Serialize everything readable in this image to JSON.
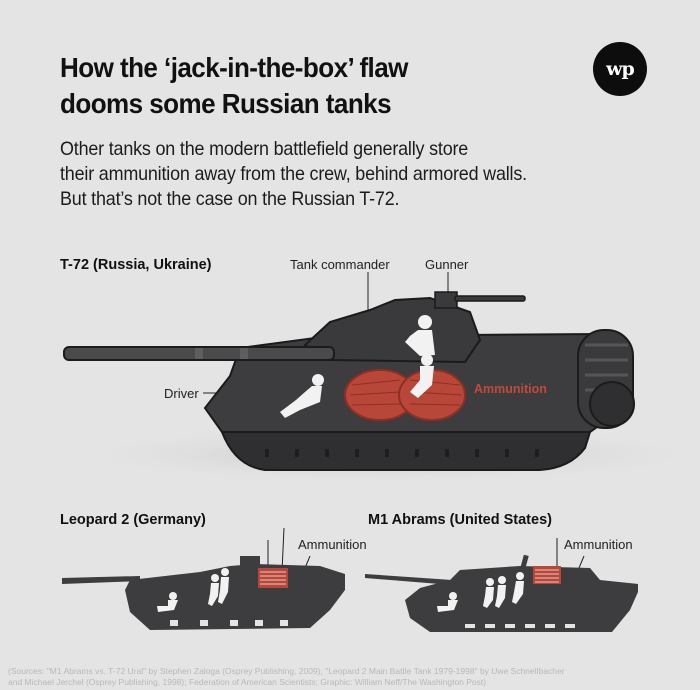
{
  "header": {
    "title_line1": "How the ‘jack-in-the-box’ flaw",
    "title_line2": "dooms some Russian tanks",
    "logo_text": "wp",
    "logo_icon": "washington-post-logo",
    "subtitle_lines": [
      "Other tanks on the modern battlefield generally store",
      "their ammunition away from the crew, behind armored walls.",
      "But that’s not the case on the Russian T-72."
    ]
  },
  "t72": {
    "label": "T-72 (Russia, Ukraine)",
    "callouts": {
      "tank_commander": "Tank commander",
      "gunner": "Gunner",
      "driver": "Driver",
      "ammunition": "Ammunition"
    }
  },
  "leopard2": {
    "label": "Leopard 2 (Germany)",
    "callouts": {
      "ammunition": "Ammunition"
    }
  },
  "m1abrams": {
    "label": "M1 Abrams (United States)",
    "callouts": {
      "ammunition": "Ammunition"
    }
  },
  "sources": {
    "line1": "(Sources: \"M1 Abrams vs. T-72 Ural\" by Stephen Zaloga (Osprey Publishing, 2009); \"Leopard 2 Main Battle Tank 1979-1998\" by Uwe Schnellbacher",
    "line2": "and Michael Jerchel (Osprey Publishing, 1998); Federation of American Scientists; Graphic: William Neff/The Washington Post)"
  },
  "colors": {
    "background": "#e4e4e4",
    "tank_body": "#3d3d3f",
    "tank_dark": "#2c2c2e",
    "ammunition": "#b8473a",
    "ammunition_label": "#c04a3c",
    "crew": "#f2f2f2",
    "text": "#111111",
    "sources_text": "#b8b8b8"
  }
}
